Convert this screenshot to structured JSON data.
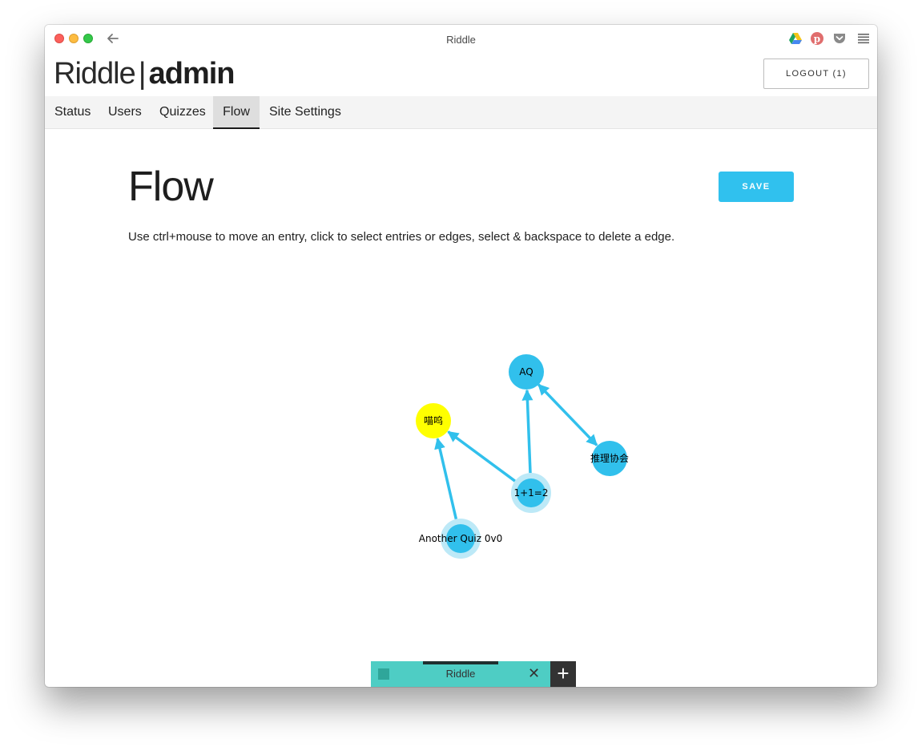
{
  "window": {
    "title": "Riddle"
  },
  "brand": {
    "light": "Riddle",
    "separator": "|",
    "bold": "admin"
  },
  "header": {
    "logout_label": "LOGOUT (1)"
  },
  "nav": {
    "tabs": [
      {
        "label": "Status"
      },
      {
        "label": "Users"
      },
      {
        "label": "Quizzes"
      },
      {
        "label": "Flow",
        "active": true
      },
      {
        "label": "Site Settings"
      }
    ]
  },
  "page": {
    "title": "Flow",
    "save_label": "SAVE",
    "instructions": "Use ctrl+mouse to move an entry, click to select entries or edges, select & backspace to delete a edge."
  },
  "graph": {
    "nodes": [
      {
        "id": "aq",
        "label": "AQ",
        "color": "#31c0ec",
        "selected": false
      },
      {
        "id": "miaowu",
        "label": "喵呜",
        "color": "#ffff00",
        "selected": false
      },
      {
        "id": "tuili",
        "label": "推理协会",
        "color": "#31c0ec",
        "selected": false
      },
      {
        "id": "onetwo",
        "label": "1+1=2",
        "color": "#31c0ec",
        "selected": true
      },
      {
        "id": "another",
        "label": "Another Quiz 0v0",
        "color": "#31c0ec",
        "selected": true
      }
    ],
    "edges": [
      {
        "from": "another",
        "to": "miaowu",
        "bidirectional": false
      },
      {
        "from": "onetwo",
        "to": "miaowu",
        "bidirectional": false
      },
      {
        "from": "onetwo",
        "to": "aq",
        "bidirectional": false
      },
      {
        "from": "aq",
        "to": "tuili",
        "bidirectional": true
      }
    ],
    "edge_color": "#31c0ec",
    "selection_halo_color": "#bde9f7"
  },
  "dock": {
    "tab_label": "Riddle",
    "close_label": "✕",
    "add_label": "+"
  },
  "icons": [
    "back-arrow-icon",
    "google-drive-icon",
    "pinterest-icon",
    "pocket-icon",
    "menu-icon"
  ],
  "colors": {
    "accent": "#30c1ee",
    "highlight_node": "#ffff00",
    "dock": "#4ecdc4"
  }
}
